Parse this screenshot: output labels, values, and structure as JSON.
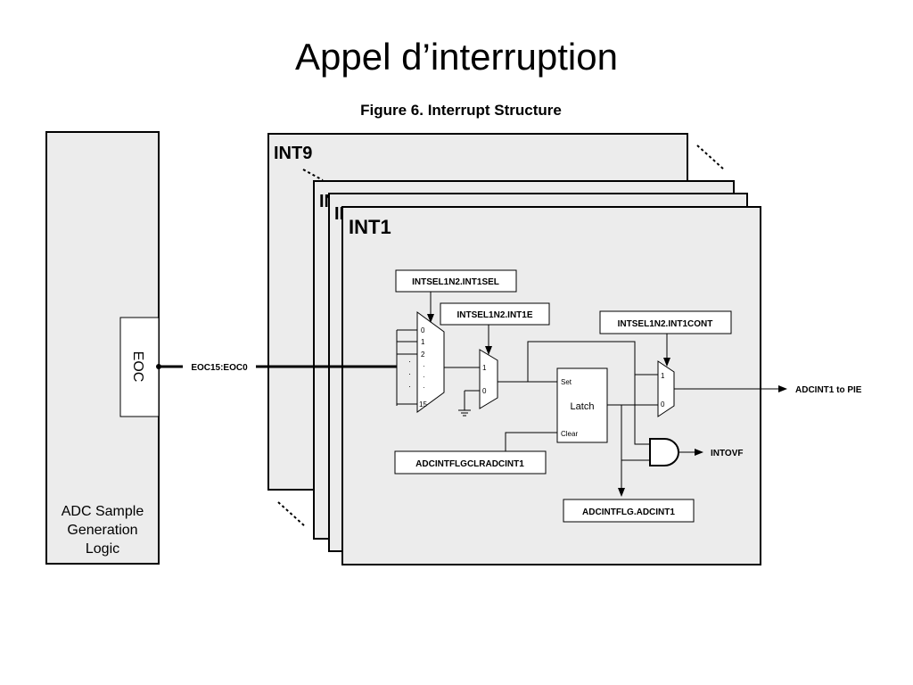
{
  "slide": {
    "title": "Appel d’interruption"
  },
  "figure": {
    "caption": "Figure 6. Interrupt Structure",
    "adc_block": {
      "eoc_label": "EOC",
      "logic_lines": [
        "ADC Sample",
        "Generation",
        "Logic"
      ]
    },
    "bus_label": "EOC15:EOC0",
    "panels": {
      "back": "INT9",
      "middle_1": "INT?",
      "middle_2": "INT?",
      "front": "INT1"
    },
    "registers": {
      "int_sel": "INTSEL1N2.INT1SEL",
      "int_enable": "INTSEL1N2.INT1E",
      "int_cont": "INTSEL1N2.INT1CONT",
      "flag_clear": "ADCINTFLGCLRADCINT1",
      "flag": "ADCINTFLG.ADCINT1"
    },
    "mux": {
      "inputs": [
        "0",
        "1",
        "2",
        "15"
      ]
    },
    "enable_mux": {
      "inputs": [
        "1",
        "0"
      ]
    },
    "cont_mux": {
      "inputs": [
        "1",
        "0"
      ]
    },
    "latch": {
      "label": "Latch",
      "set": "Set",
      "clear": "Clear"
    },
    "outputs": {
      "pie": "ADCINT1 to PIE",
      "overflow": "INTOVF"
    }
  }
}
